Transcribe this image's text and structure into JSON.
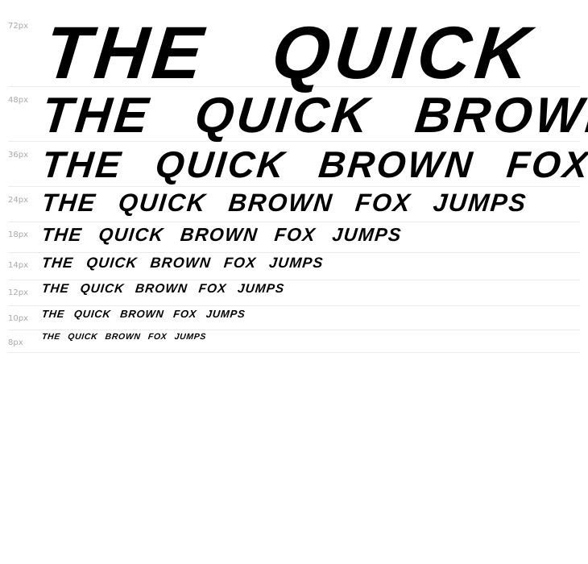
{
  "sample_text": "THE QUICK BROWN FOX JUMPS",
  "rows": [
    {
      "size_label": "72px",
      "text": "THE QUICK BROWN FOX JUMPS"
    },
    {
      "size_label": "48px",
      "text": "THE QUICK BROWN FOX JUMPS"
    },
    {
      "size_label": "36px",
      "text": "THE QUICK BROWN FOX JUMPS"
    },
    {
      "size_label": "24px",
      "text": "THE QUICK BROWN FOX JUMPS"
    },
    {
      "size_label": "18px",
      "text": "THE QUICK BROWN FOX JUMPS"
    },
    {
      "size_label": "14px",
      "text": "THE QUICK BROWN FOX JUMPS"
    },
    {
      "size_label": "12px",
      "text": "THE QUICK BROWN FOX JUMPS"
    },
    {
      "size_label": "10px",
      "text": "THE QUICK BROWN FOX JUMPS"
    },
    {
      "size_label": "8px",
      "text": "THE QUICK BROWN FOX JUMPS"
    }
  ]
}
